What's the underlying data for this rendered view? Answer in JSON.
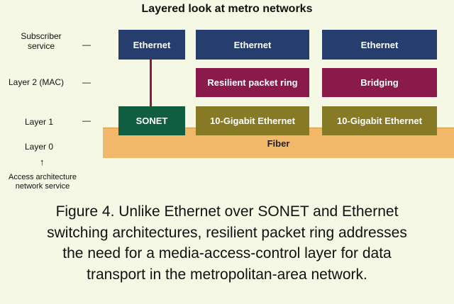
{
  "title": "Layered look at metro networks",
  "layers": {
    "subscriber_service": "Subscriber\nservice",
    "layer2": "Layer 2 (MAC)",
    "layer1": "Layer 1",
    "layer0": "Layer 0",
    "dash": "—"
  },
  "access_label": "Access architecture\nnetwork service",
  "columns": [
    {
      "top": "Ethernet",
      "mid": "",
      "bottom": "SONET"
    },
    {
      "top": "Ethernet",
      "mid": "Resilient packet ring",
      "bottom": "10-Gigabit Ethernet"
    },
    {
      "top": "Ethernet",
      "mid": "Bridging",
      "bottom": "10-Gigabit Ethernet"
    }
  ],
  "fiber": "Fiber",
  "caption": [
    "Figure 4. Unlike Ethernet over SONET and Ethernet",
    "switching architectures, resilient packet ring addresses",
    "the need for a media-access-control layer for data",
    "transport in the metropolitan-area network."
  ],
  "colors": {
    "ethernet": "#253e6e",
    "layer2": "#8a1a4a",
    "sonet": "#0f5e3f",
    "ten_gig": "#867a24",
    "fiber": "#f1b86a",
    "background": "#f4f8e4"
  }
}
